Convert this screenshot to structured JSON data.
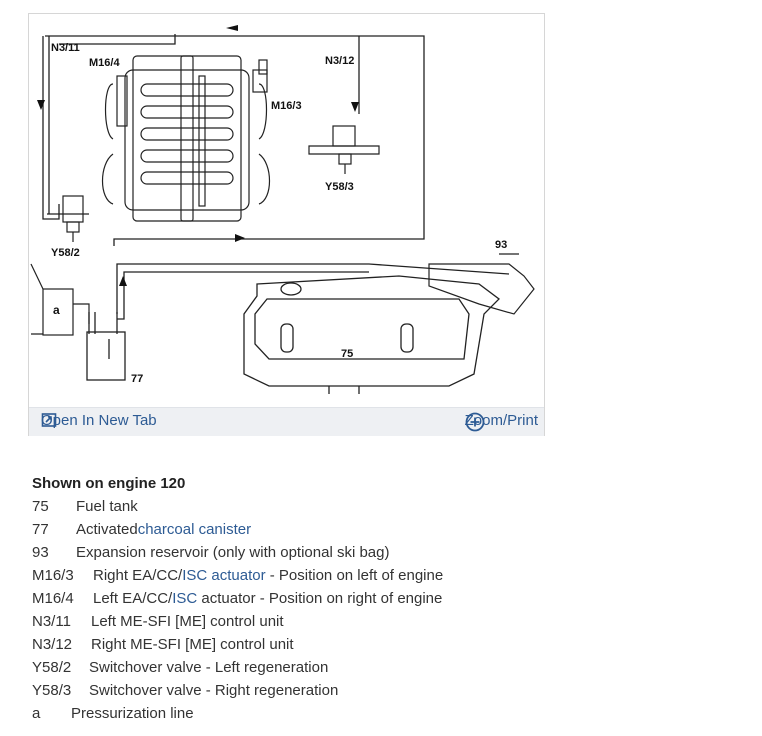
{
  "diagram": {
    "labels": {
      "n3_11": "N3/11",
      "m16_4": "M16/4",
      "n3_12": "N3/12",
      "m16_3": "M16/3",
      "y58_3": "Y58/3",
      "y58_2": "Y58/2",
      "l93": "93",
      "la": "a",
      "l75": "75",
      "l77": "77"
    }
  },
  "toolbar": {
    "open_label": "Open In New Tab",
    "zoom_label": "Zoom/Print",
    "open_icon": "external-link-icon",
    "zoom_icon": "plus-circle-icon"
  },
  "legend": {
    "heading": "Shown on engine 120",
    "items": [
      {
        "code": "75",
        "text": "Fuel tank",
        "link": "",
        "link2": "",
        "suffix": ""
      },
      {
        "code": "77",
        "text": "Activated ",
        "link": "charcoal canister",
        "link2": "",
        "suffix": ""
      },
      {
        "code": "93",
        "text": "Expansion reservoir (only with optional ski bag)",
        "link": "",
        "link2": "",
        "suffix": ""
      },
      {
        "code": "M16/3",
        "text": "Right EA/CC/",
        "link": "ISC actuator",
        "link2": "",
        "suffix": " - Position on left of engine"
      },
      {
        "code": "M16/4",
        "text": "Left EA/CC/",
        "link": "ISC",
        "link2": "",
        "suffix": " actuator - Position on right of engine"
      },
      {
        "code": "N3/11",
        "text": "Left ME-SFI [ME] control unit",
        "link": "",
        "link2": "",
        "suffix": ""
      },
      {
        "code": "N3/12",
        "text": "Right ME-SFI [ME] control unit",
        "link": "",
        "link2": "",
        "suffix": ""
      },
      {
        "code": "Y58/2",
        "text": "Switchover valve - Left regeneration",
        "link": "",
        "link2": "",
        "suffix": ""
      },
      {
        "code": "Y58/3",
        "text": "Switchover valve - Right regeneration",
        "link": "",
        "link2": "",
        "suffix": ""
      },
      {
        "code": "a",
        "text": "Pressurization line",
        "link": "",
        "link2": "",
        "suffix": ""
      }
    ]
  },
  "colors": {
    "link": "#2d5b94",
    "toolbar_bg": "#eef0f3"
  }
}
